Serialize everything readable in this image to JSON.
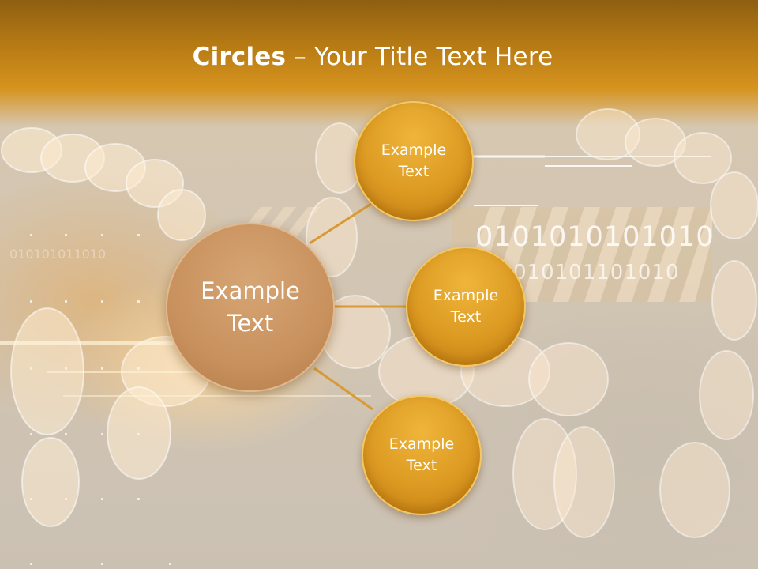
{
  "slide": {
    "title_bold": "Circles",
    "title_rest": " – Your Title Text Here",
    "background_binary_large": "0101010101010",
    "background_binary_medium": "010101101010",
    "background_binary_faint": "010101011010"
  },
  "diagram": {
    "center_label_line1": "Example",
    "center_label_line2": "Text",
    "nodes": [
      {
        "line1": "Example",
        "line2": "Text"
      },
      {
        "line1": "Example",
        "line2": "Text"
      },
      {
        "line1": "Example",
        "line2": "Text"
      }
    ]
  },
  "colors": {
    "header_dark": "#8e5f12",
    "header_light": "#d6931e",
    "node_fill": "#dc9a22",
    "center_fill": "#c8915d",
    "connector": "#d89a34"
  }
}
